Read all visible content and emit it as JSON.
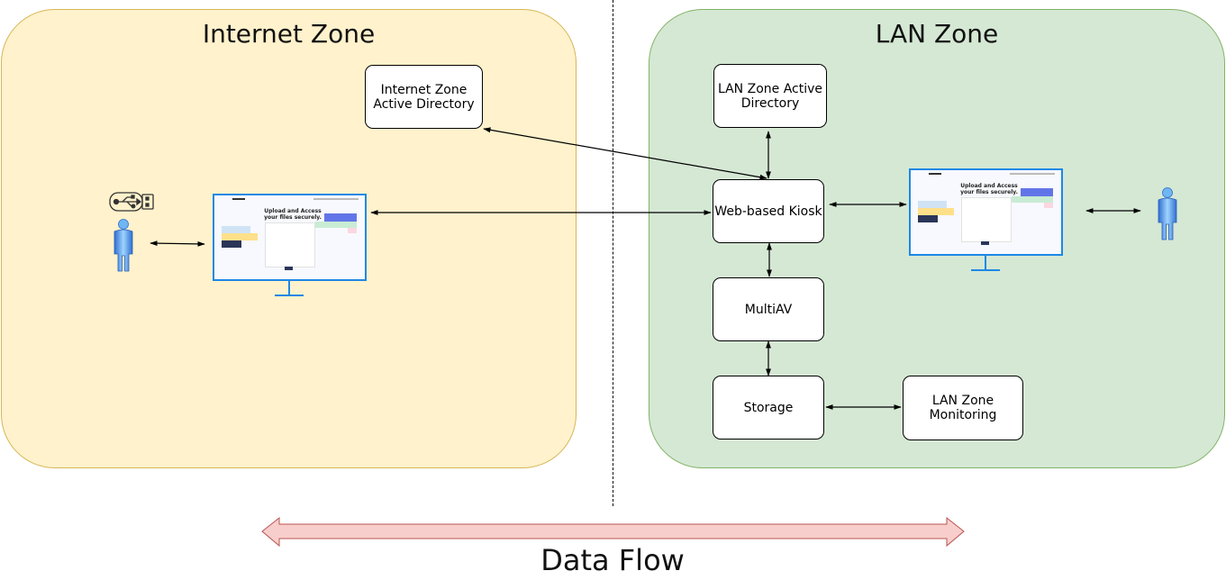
{
  "zones": {
    "internet": {
      "title": "Internet Zone",
      "fill": "#fff2cc",
      "stroke": "#d6b656"
    },
    "lan": {
      "title": "LAN Zone",
      "fill": "#d5e8d4",
      "stroke": "#82b366"
    }
  },
  "nodes": {
    "internet_ad": "Internet Zone\nActive Directory",
    "lan_ad": "LAN Zone Active\nDirectory",
    "kiosk": "Web-based Kiosk",
    "multiav": "MultiAV",
    "storage": "Storage",
    "lan_monitoring": "LAN Zone\nMonitoring"
  },
  "monitor_screen": {
    "headline": "Upload and Access\nyour files securely."
  },
  "icons": [
    "usb-icon",
    "internet-user-icon",
    "lan-user-icon",
    "internet-monitor-icon",
    "lan-monitor-icon"
  ],
  "footer": {
    "label": "Data Flow",
    "arrow_fill": "#f8cecc",
    "arrow_stroke": "#b85450"
  }
}
